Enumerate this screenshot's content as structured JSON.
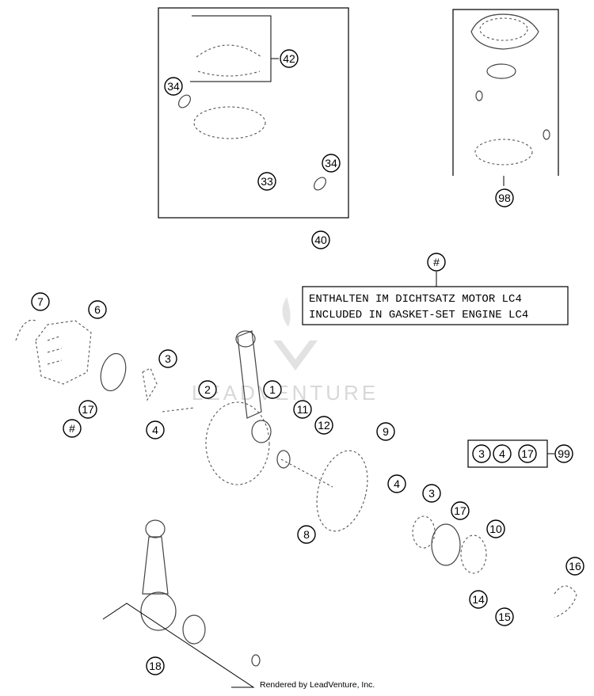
{
  "diagram": {
    "note": {
      "symbol": "#",
      "line1": "ENTHALTEN IM DICHTSATZ MOTOR LC4",
      "line2": "INCLUDED IN GASKET-SET ENGINE LC4"
    },
    "kit": {
      "items": [
        "3",
        "4",
        "17"
      ],
      "ref": "99"
    },
    "labels": {
      "p1": "1",
      "p2": "2",
      "p3a": "3",
      "p3b": "3",
      "p4a": "4",
      "p4b": "4",
      "p6": "6",
      "p7": "7",
      "p8": "8",
      "p9": "9",
      "p10": "10",
      "p11": "11",
      "p12": "12",
      "p14": "14",
      "p15": "15",
      "p16": "16",
      "p17a": "17",
      "p17b": "17",
      "p18": "18",
      "p33": "33",
      "p34a": "34",
      "p34b": "34",
      "p40": "40",
      "p42": "42",
      "p98": "98",
      "hash": "#"
    },
    "watermark": "LEADVENTURE",
    "footer": "Rendered by LeadVenture, Inc."
  }
}
